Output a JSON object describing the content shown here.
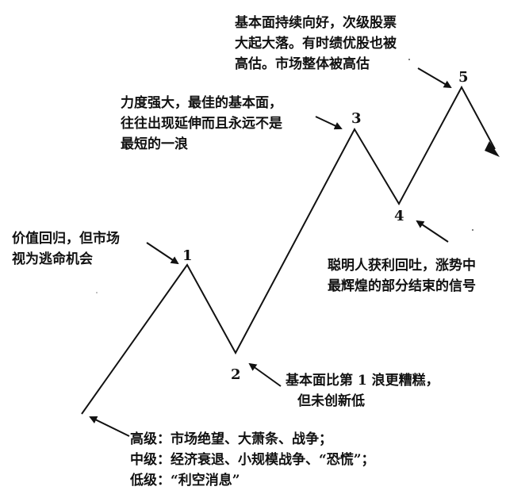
{
  "wave": {
    "labels": [
      "1",
      "2",
      "3",
      "4",
      "5"
    ]
  },
  "notes": {
    "start": [
      "高级：市场绝望、大萧条、战争；",
      "中级：经济衰退、小规模战争、“恐慌”；",
      "低级：“利空消息”"
    ],
    "w1": [
      "价值回归，但市场",
      "视为逃命机会"
    ],
    "w2": [
      "基本面比第 1 浪更糟糕，",
      "但未创新低"
    ],
    "w3": [
      "力度强大，最佳的基本面，",
      "往往出现延伸而且永远不是",
      "最短的一浪"
    ],
    "w4": [
      "聪明人获利回吐，涨势中",
      "最辉煌的部分结束的信号"
    ],
    "w5": [
      "基本面持续向好，次级股票",
      "大起大落。有时绩优股也被",
      "高估。市场整体被高估"
    ]
  }
}
